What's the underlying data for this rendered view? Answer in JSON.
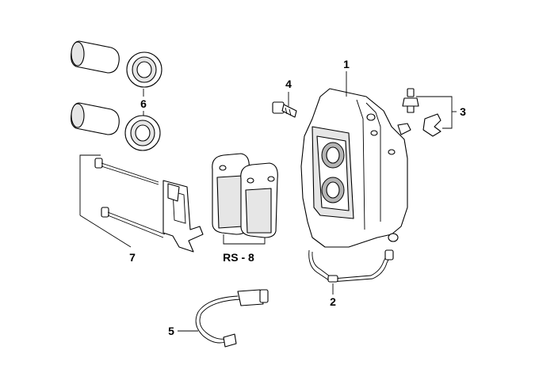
{
  "diagram": {
    "callouts": {
      "caliper": "1",
      "brake_line": "2",
      "bleeder_and_clip": "3",
      "bolt": "4",
      "wear_sensor": "5",
      "piston_and_seal": "6",
      "pins_and_spring": "7",
      "brake_pads": "RS - 8"
    }
  }
}
